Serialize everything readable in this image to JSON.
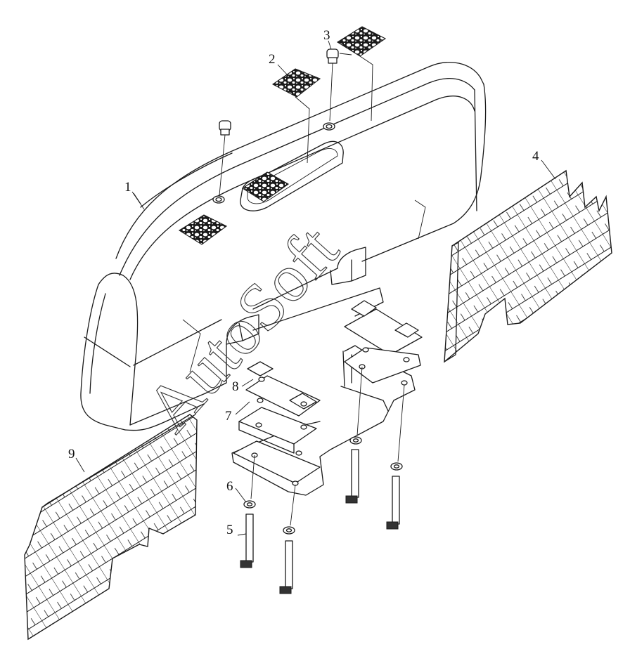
{
  "callouts": {
    "c1": "1",
    "c2": "2",
    "c3": "3",
    "c4": "4",
    "c5": "5",
    "c6": "6",
    "c7": "7",
    "c8": "8",
    "c9": "9"
  },
  "watermark": "AutoSoft",
  "colors": {
    "line": "#1a1a1a",
    "background": "#ffffff"
  }
}
